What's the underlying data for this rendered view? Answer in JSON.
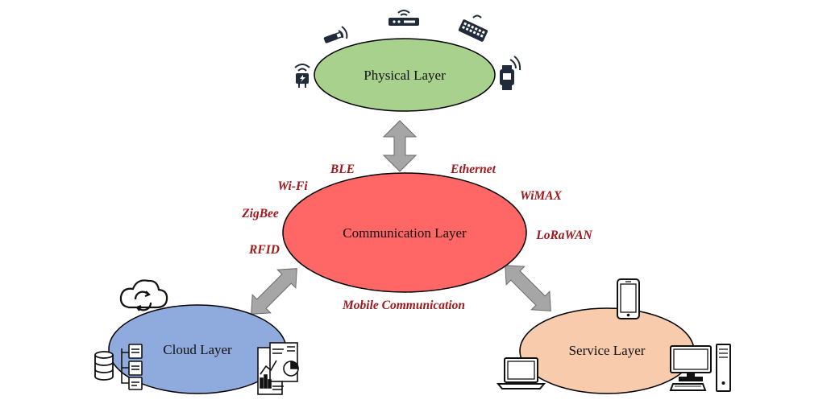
{
  "layers": {
    "physical": {
      "label": "Physical Layer",
      "fill": "#a9d18e"
    },
    "communication": {
      "label": "Communication Layer",
      "fill": "#ff6666"
    },
    "cloud": {
      "label": "Cloud Layer",
      "fill": "#8faadc"
    },
    "service": {
      "label": "Service Layer",
      "fill": "#f8cbad"
    }
  },
  "protocols": {
    "ble": "BLE",
    "ethernet": "Ethernet",
    "wifi": "Wi-Fi",
    "wimax": "WiMAX",
    "zigbee": "ZigBee",
    "lorawan": "LoRaWAN",
    "rfid": "RFID",
    "mobile": "Mobile Communication"
  },
  "colors": {
    "protocol_text": "#a0181c",
    "arrow": "#a6a6a6",
    "icon": "#1f2a3a"
  },
  "icons": [
    "plug-icon",
    "usb-dongle-icon",
    "router-icon",
    "keyboard-icon",
    "smartwatch-icon",
    "cloud-sync-icon",
    "database-icon",
    "documents-icon",
    "analytics-report-icon",
    "smartphone-icon",
    "laptop-icon",
    "desktop-computer-icon"
  ]
}
